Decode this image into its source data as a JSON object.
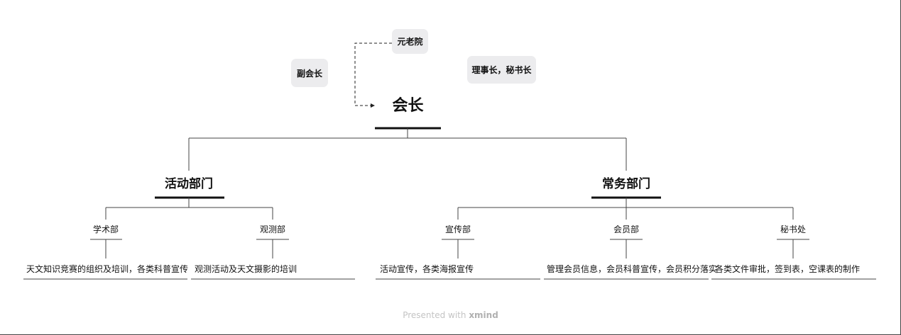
{
  "callouts": {
    "elders": "元老院",
    "vice_president": "副会长",
    "board": "理事长，秘书长"
  },
  "root": {
    "title": "会长"
  },
  "branches": [
    {
      "title": "活动部门",
      "children": [
        {
          "title": "学术部",
          "detail": "天文知识竞赛的组织及培训，各类科普宣传"
        },
        {
          "title": "观测部",
          "detail": "观测活动及天文摄影的培训"
        }
      ]
    },
    {
      "title": "常务部门",
      "children": [
        {
          "title": "宣传部",
          "detail": "活动宣传，各类海报宣传"
        },
        {
          "title": "会员部",
          "detail": "管理会员信息，会员科普宣传，会员积分落实"
        },
        {
          "title": "秘书处",
          "detail": "各类文件审批，签到表，空课表的制作"
        }
      ]
    }
  ],
  "footer": {
    "prefix": "Presented with",
    "brand": "xmind"
  }
}
